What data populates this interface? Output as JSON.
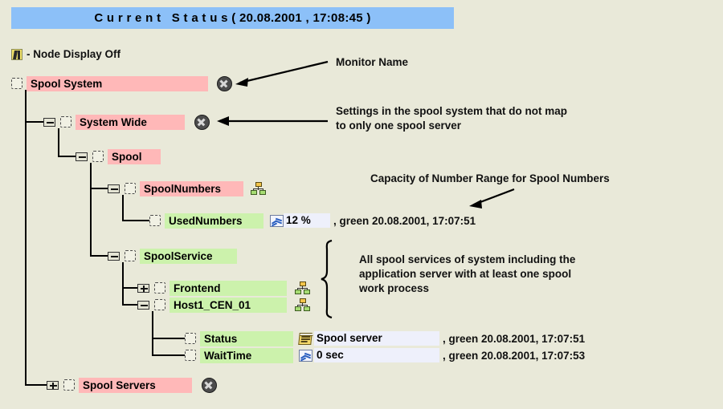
{
  "title": {
    "text": "C u r r e n t   S t a t u s ( 20.08.2001 , 17:08:45 )",
    "bg_color": "#8cc0f8"
  },
  "legend": {
    "icon": "node-display-off-icon",
    "label": "- Node Display Off"
  },
  "colors": {
    "page_bg": "#e9e9d9",
    "label_red": "#ffb8b8",
    "label_green": "#ccf2ac",
    "value_chip": "#eef0fb",
    "title_bg": "#8cc0f8"
  },
  "tree": {
    "nodes": [
      {
        "id": "spool-system",
        "label": "Spool System",
        "label_color": "red",
        "has_expander": false,
        "monitor_icon": "circle-x-icon"
      },
      {
        "id": "system-wide",
        "label": "System Wide",
        "label_color": "red",
        "expander": "minus",
        "monitor_icon": "circle-x-icon"
      },
      {
        "id": "spool",
        "label": "Spool",
        "label_color": "red",
        "expander": "minus"
      },
      {
        "id": "spool-numbers",
        "label": "SpoolNumbers",
        "label_color": "red",
        "expander": "minus",
        "trailing_icon": "network-hierarchy-icon"
      },
      {
        "id": "used-numbers",
        "label": "UsedNumbers",
        "label_color": "green",
        "has_expander": false,
        "value_icon": "line-chart-icon",
        "value": "12 %",
        "status": ", green 20.08.2001, 17:07:51"
      },
      {
        "id": "spool-service",
        "label": "SpoolService",
        "label_color": "green",
        "expander": "minus"
      },
      {
        "id": "frontend",
        "label": "Frontend",
        "label_color": "green",
        "expander": "plus",
        "trailing_icon": "network-hierarchy-icon"
      },
      {
        "id": "host1-cen-01",
        "label": "Host1_CEN_01",
        "label_color": "green",
        "expander": "minus",
        "trailing_icon": "network-hierarchy-icon"
      },
      {
        "id": "status",
        "label": "Status",
        "label_color": "green",
        "has_expander": false,
        "value_icon": "note-list-icon",
        "value": "Spool server",
        "status": ", green 20.08.2001, 17:07:51"
      },
      {
        "id": "wait-time",
        "label": "WaitTime",
        "label_color": "green",
        "has_expander": false,
        "value_icon": "line-chart-icon",
        "value": "0 sec",
        "status": ", green 20.08.2001, 17:07:53"
      },
      {
        "id": "spool-servers",
        "label": "Spool Servers",
        "label_color": "red",
        "expander": "plus",
        "monitor_icon": "circle-x-icon"
      }
    ]
  },
  "annotations": [
    {
      "id": "monitor-name",
      "text": "Monitor Name"
    },
    {
      "id": "system-wide-note",
      "text": "Settings in the spool system that do not map\nto only one spool server"
    },
    {
      "id": "capacity-note",
      "text": "Capacity of Number Range for Spool Numbers"
    },
    {
      "id": "spool-services-note",
      "text": "All spool services of system including the\napplication server with at least one spool\nwork process"
    }
  ]
}
